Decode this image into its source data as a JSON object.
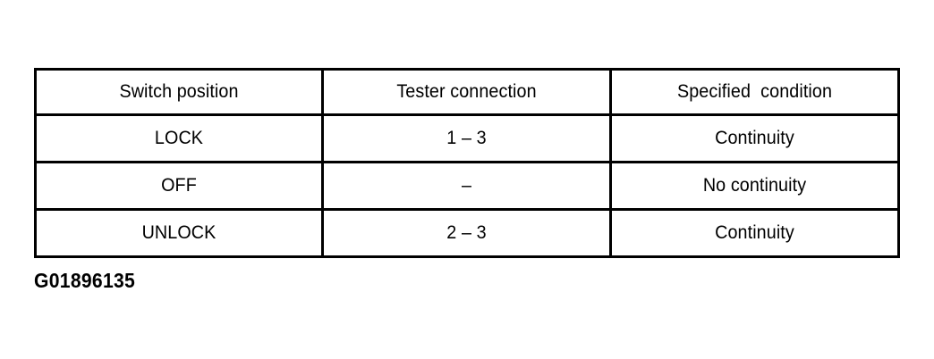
{
  "table": {
    "headers": [
      "Switch position",
      "Tester connection",
      "Specified  condition"
    ],
    "rows": [
      {
        "switch_position": "LOCK",
        "tester_connection": "1 – 3",
        "specified_condition": "Continuity"
      },
      {
        "switch_position": "OFF",
        "tester_connection": "–",
        "specified_condition": "No continuity"
      },
      {
        "switch_position": "UNLOCK",
        "tester_connection": "2 – 3",
        "specified_condition": "Continuity"
      }
    ]
  },
  "caption": {
    "figure_id": "G01896135"
  },
  "colors": {
    "background": "#ffffff",
    "ink": "#000000",
    "border": "#000000"
  }
}
